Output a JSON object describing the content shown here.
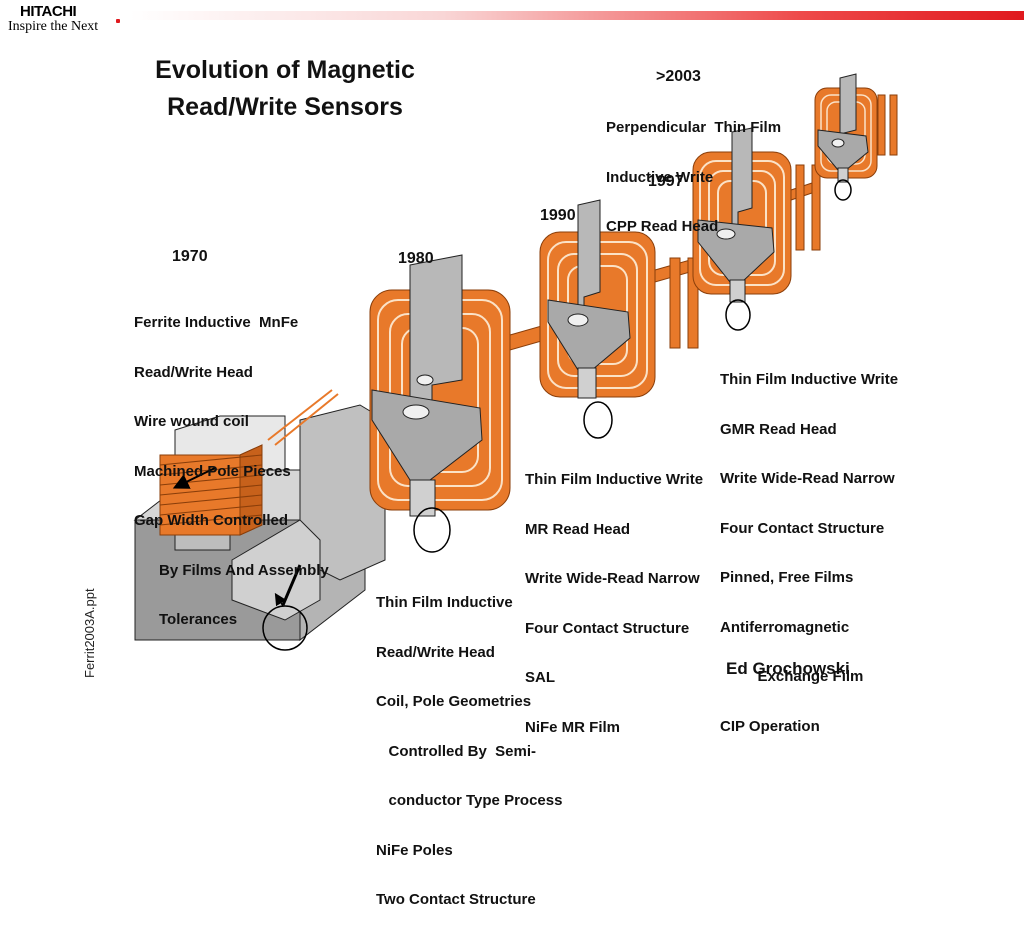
{
  "header": {
    "brand": "HITACHI",
    "tagline": "Inspire the Next"
  },
  "title": {
    "line1": "Evolution of Magnetic",
    "line2": "Read/Write Sensors"
  },
  "stages": [
    {
      "year": "1970",
      "lines": [
        "Ferrite Inductive  MnFe",
        "Read/Write Head",
        "Wire wound coil",
        "Machined Pole Pieces",
        "Gap Width Controlled",
        "      By Films And Assembly",
        "      Tolerances"
      ]
    },
    {
      "year": "1980",
      "lines": [
        "Thin Film Inductive",
        "Read/Write Head",
        "Coil, Pole Geometries",
        "   Controlled By  Semi-",
        "   conductor Type Process",
        "NiFe Poles",
        "Two Contact Structure"
      ]
    },
    {
      "year": "1990",
      "lines": [
        "Thin Film Inductive Write",
        "MR Read Head",
        "Write Wide-Read Narrow",
        "Four Contact Structure",
        "SAL",
        "NiFe MR Film"
      ]
    },
    {
      "year": "1997",
      "lines": [
        "Thin Film Inductive Write",
        "GMR Read Head",
        "Write Wide-Read Narrow",
        "Four Contact Structure",
        "Pinned, Free Films",
        "Antiferromagnetic",
        "         Exchange Film",
        "CIP Operation"
      ]
    },
    {
      "year": ">2003",
      "lines": [
        "Perpendicular  Thin Film",
        "Inductive Write",
        "CPP Read Head"
      ]
    }
  ],
  "footer": {
    "file": "Ferrit2003A.ppt",
    "author": "Ed Grochowski"
  },
  "colors": {
    "coil": "#e8792a",
    "coil_dark": "#b0500f",
    "pole": "#a9a9a9",
    "accent_red": "#e0191e"
  }
}
